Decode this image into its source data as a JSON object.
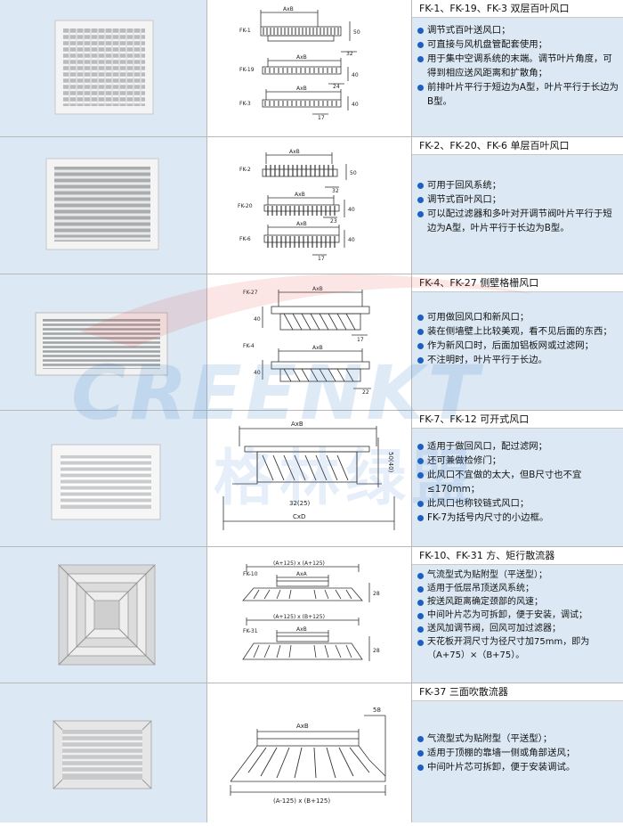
{
  "rows": [
    {
      "title": "FK-1、FK-19、FK-3 双层百叶风口",
      "features": [
        "调节式百叶送风口；",
        "可直接与风机盘管配套使用；",
        "用于集中空调系统的末端。调节叶片角度，可得到相应送风距离和扩散角；",
        "前排叶片平行于短边为A型，叶片平行于长边为B型。"
      ],
      "drawing": {
        "labels": [
          "FK-1",
          "FK-19",
          "FK-3"
        ],
        "dims": [
          "AxB",
          "AxB",
          "AxB",
          "32",
          "24",
          "17",
          "50",
          "40",
          "40"
        ]
      }
    },
    {
      "title": "FK-2、FK-20、FK-6 单层百叶风口",
      "features": [
        "可用于回风系统；",
        "调节式百叶风口；",
        "可以配过滤器和多叶对开调节阀叶片平行于短边为A型，叶片平行于长边为B型。"
      ],
      "drawing": {
        "labels": [
          "FK-2",
          "FK-20",
          "FK-6"
        ],
        "dims": [
          "AxB",
          "AxB",
          "AxB",
          "32",
          "23",
          "17",
          "50",
          "40",
          "40"
        ]
      }
    },
    {
      "title": "FK-4、FK-27 侧壁格栅风口",
      "features": [
        "可用做回风口和新风口；",
        "装在侧墙壁上比较美观，看不见后面的东西；",
        "作为新风口时，后面加铝板网或过滤网；",
        "不注明时，叶片平行于长边。"
      ],
      "drawing": {
        "labels": [
          "FK-27",
          "FK-4"
        ],
        "dims": [
          "AxB",
          "AxB",
          "17",
          "22",
          "40",
          "40"
        ]
      }
    },
    {
      "title": "FK-7、FK-12 可开式风口",
      "features": [
        "适用于做回风口，配过滤网；",
        "还可兼做检修门；",
        "此风口不宜做的太大，但B尺寸也不宜≤170mm；",
        "此风口也称铰链式风口；",
        "FK-7为括号内尺寸的小边框。"
      ],
      "drawing": {
        "labels": [],
        "dims": [
          "AxB",
          "32(25)",
          "50(40)",
          "CxD"
        ]
      }
    },
    {
      "title": "FK-10、FK-31 方、矩行散流器",
      "features": [
        "气流型式为贴附型（平送型）；",
        "适用于低层吊顶送风系统；",
        "按送风距离确定颈部的风速；",
        "中间叶片芯为可拆卸，便于安装，调试；",
        "送风加调节阀，回风可加过滤器；",
        "天花板开洞尺寸为径尺寸加75mm，即为（A+75）×（B+75）。"
      ],
      "drawing": {
        "labels": [
          "FK-10",
          "FK-31"
        ],
        "dims": [
          "(A+125) x (A+125)",
          "AxA",
          "(A+125) x (B+125)",
          "AxB",
          "28",
          "28"
        ]
      }
    },
    {
      "title": "FK-37 三面吹散流器",
      "features": [
        "气流型式为贴附型（平送型）；",
        "适用于顶棚的靠墙一侧或角部送风；",
        "中间叶片芯可拆卸，便于安装调试。"
      ],
      "drawing": {
        "labels": [],
        "dims": [
          "AxB",
          "58",
          "(A-125) x (B+125)"
        ]
      }
    }
  ],
  "watermark": {
    "brand": "CREENKT",
    "cn": "格林绿盟"
  },
  "colors": {
    "cell_bg": "#dce9f4",
    "bullet": "#1c5fc0",
    "border": "#b9b9b9",
    "watermark": "#3a7fd0",
    "swoosh": "#e04545"
  }
}
